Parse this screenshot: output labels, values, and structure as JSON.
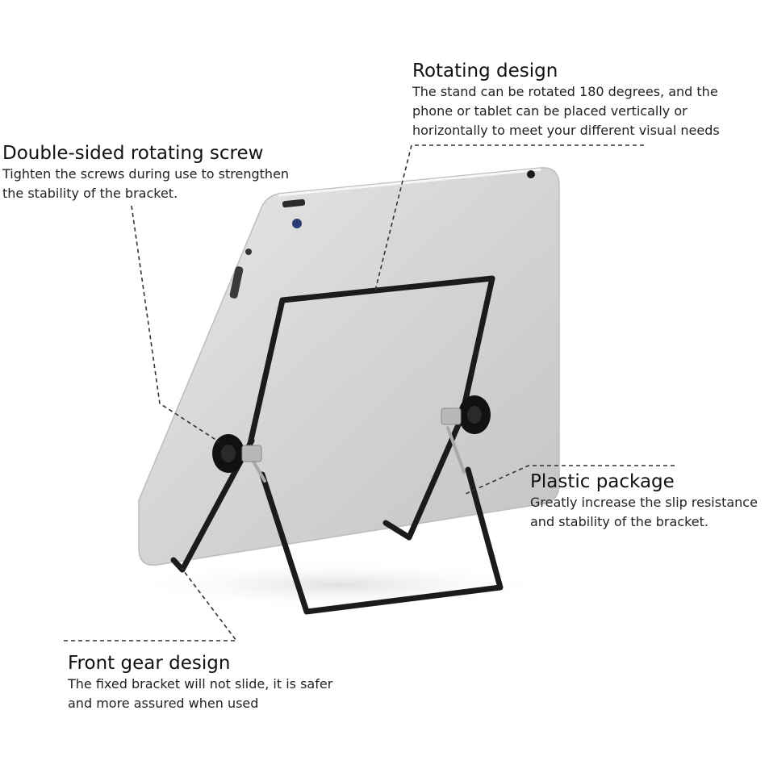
{
  "colors": {
    "background": "#ffffff",
    "tablet_body": "#d6d6d6",
    "tablet_edge": "#f2f2f2",
    "frame_wire": "#1b1b1b",
    "knob": "#111111",
    "leader_line": "#333333"
  },
  "callouts": {
    "rotating": {
      "title": "Rotating design",
      "lines": [
        "The stand can be rotated 180 degrees, and the",
        "phone or tablet can be placed vertically or",
        "horizontally to meet your different visual needs"
      ]
    },
    "screw": {
      "title": "Double-sided rotating screw",
      "lines": [
        "Tighten the screws during use to strengthen",
        "the stability of the bracket."
      ]
    },
    "plastic": {
      "title": "Plastic package",
      "lines": [
        "Greatly increase the slip resistance",
        "and stability of the bracket."
      ]
    },
    "front": {
      "title": "Front gear design",
      "lines": [
        "The fixed bracket will not slide, it is safer",
        "and more assured when used"
      ]
    }
  }
}
